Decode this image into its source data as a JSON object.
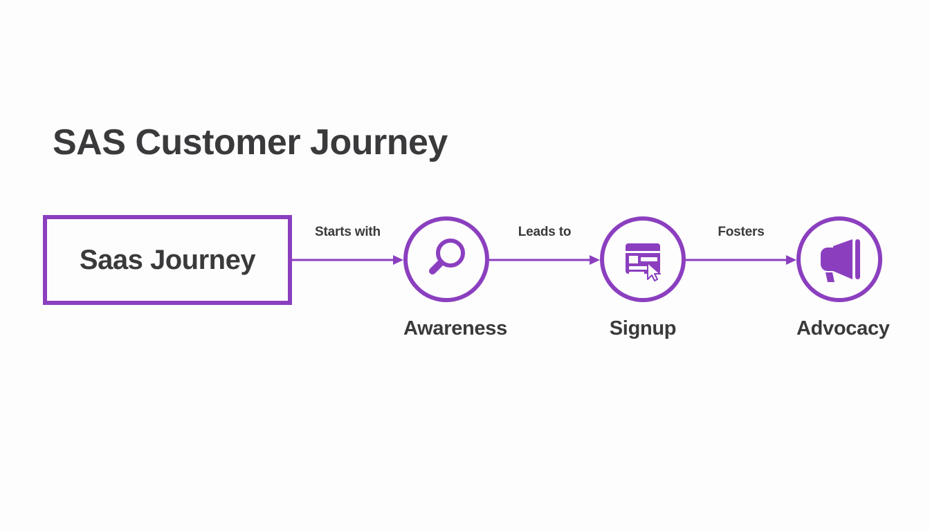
{
  "page": {
    "title": "SAS Customer Journey",
    "background_color": "#fdfdfd",
    "accent_color": "#8b3fbf",
    "text_color": "#3a3a3c"
  },
  "start_node": {
    "label": "Saas Journey",
    "shape": "rectangle",
    "border_color": "#8b3fbf"
  },
  "connectors": [
    {
      "label": "Starts with",
      "from": "Saas Journey",
      "to": "Awareness"
    },
    {
      "label": "Leads to",
      "from": "Awareness",
      "to": "Signup"
    },
    {
      "label": "Fosters",
      "from": "Signup",
      "to": "Advocacy"
    }
  ],
  "nodes": [
    {
      "label": "Awareness",
      "icon": "magnifier-icon",
      "shape": "circle"
    },
    {
      "label": "Signup",
      "icon": "signup-form-cursor-icon",
      "shape": "circle"
    },
    {
      "label": "Advocacy",
      "icon": "megaphone-icon",
      "shape": "circle"
    }
  ]
}
